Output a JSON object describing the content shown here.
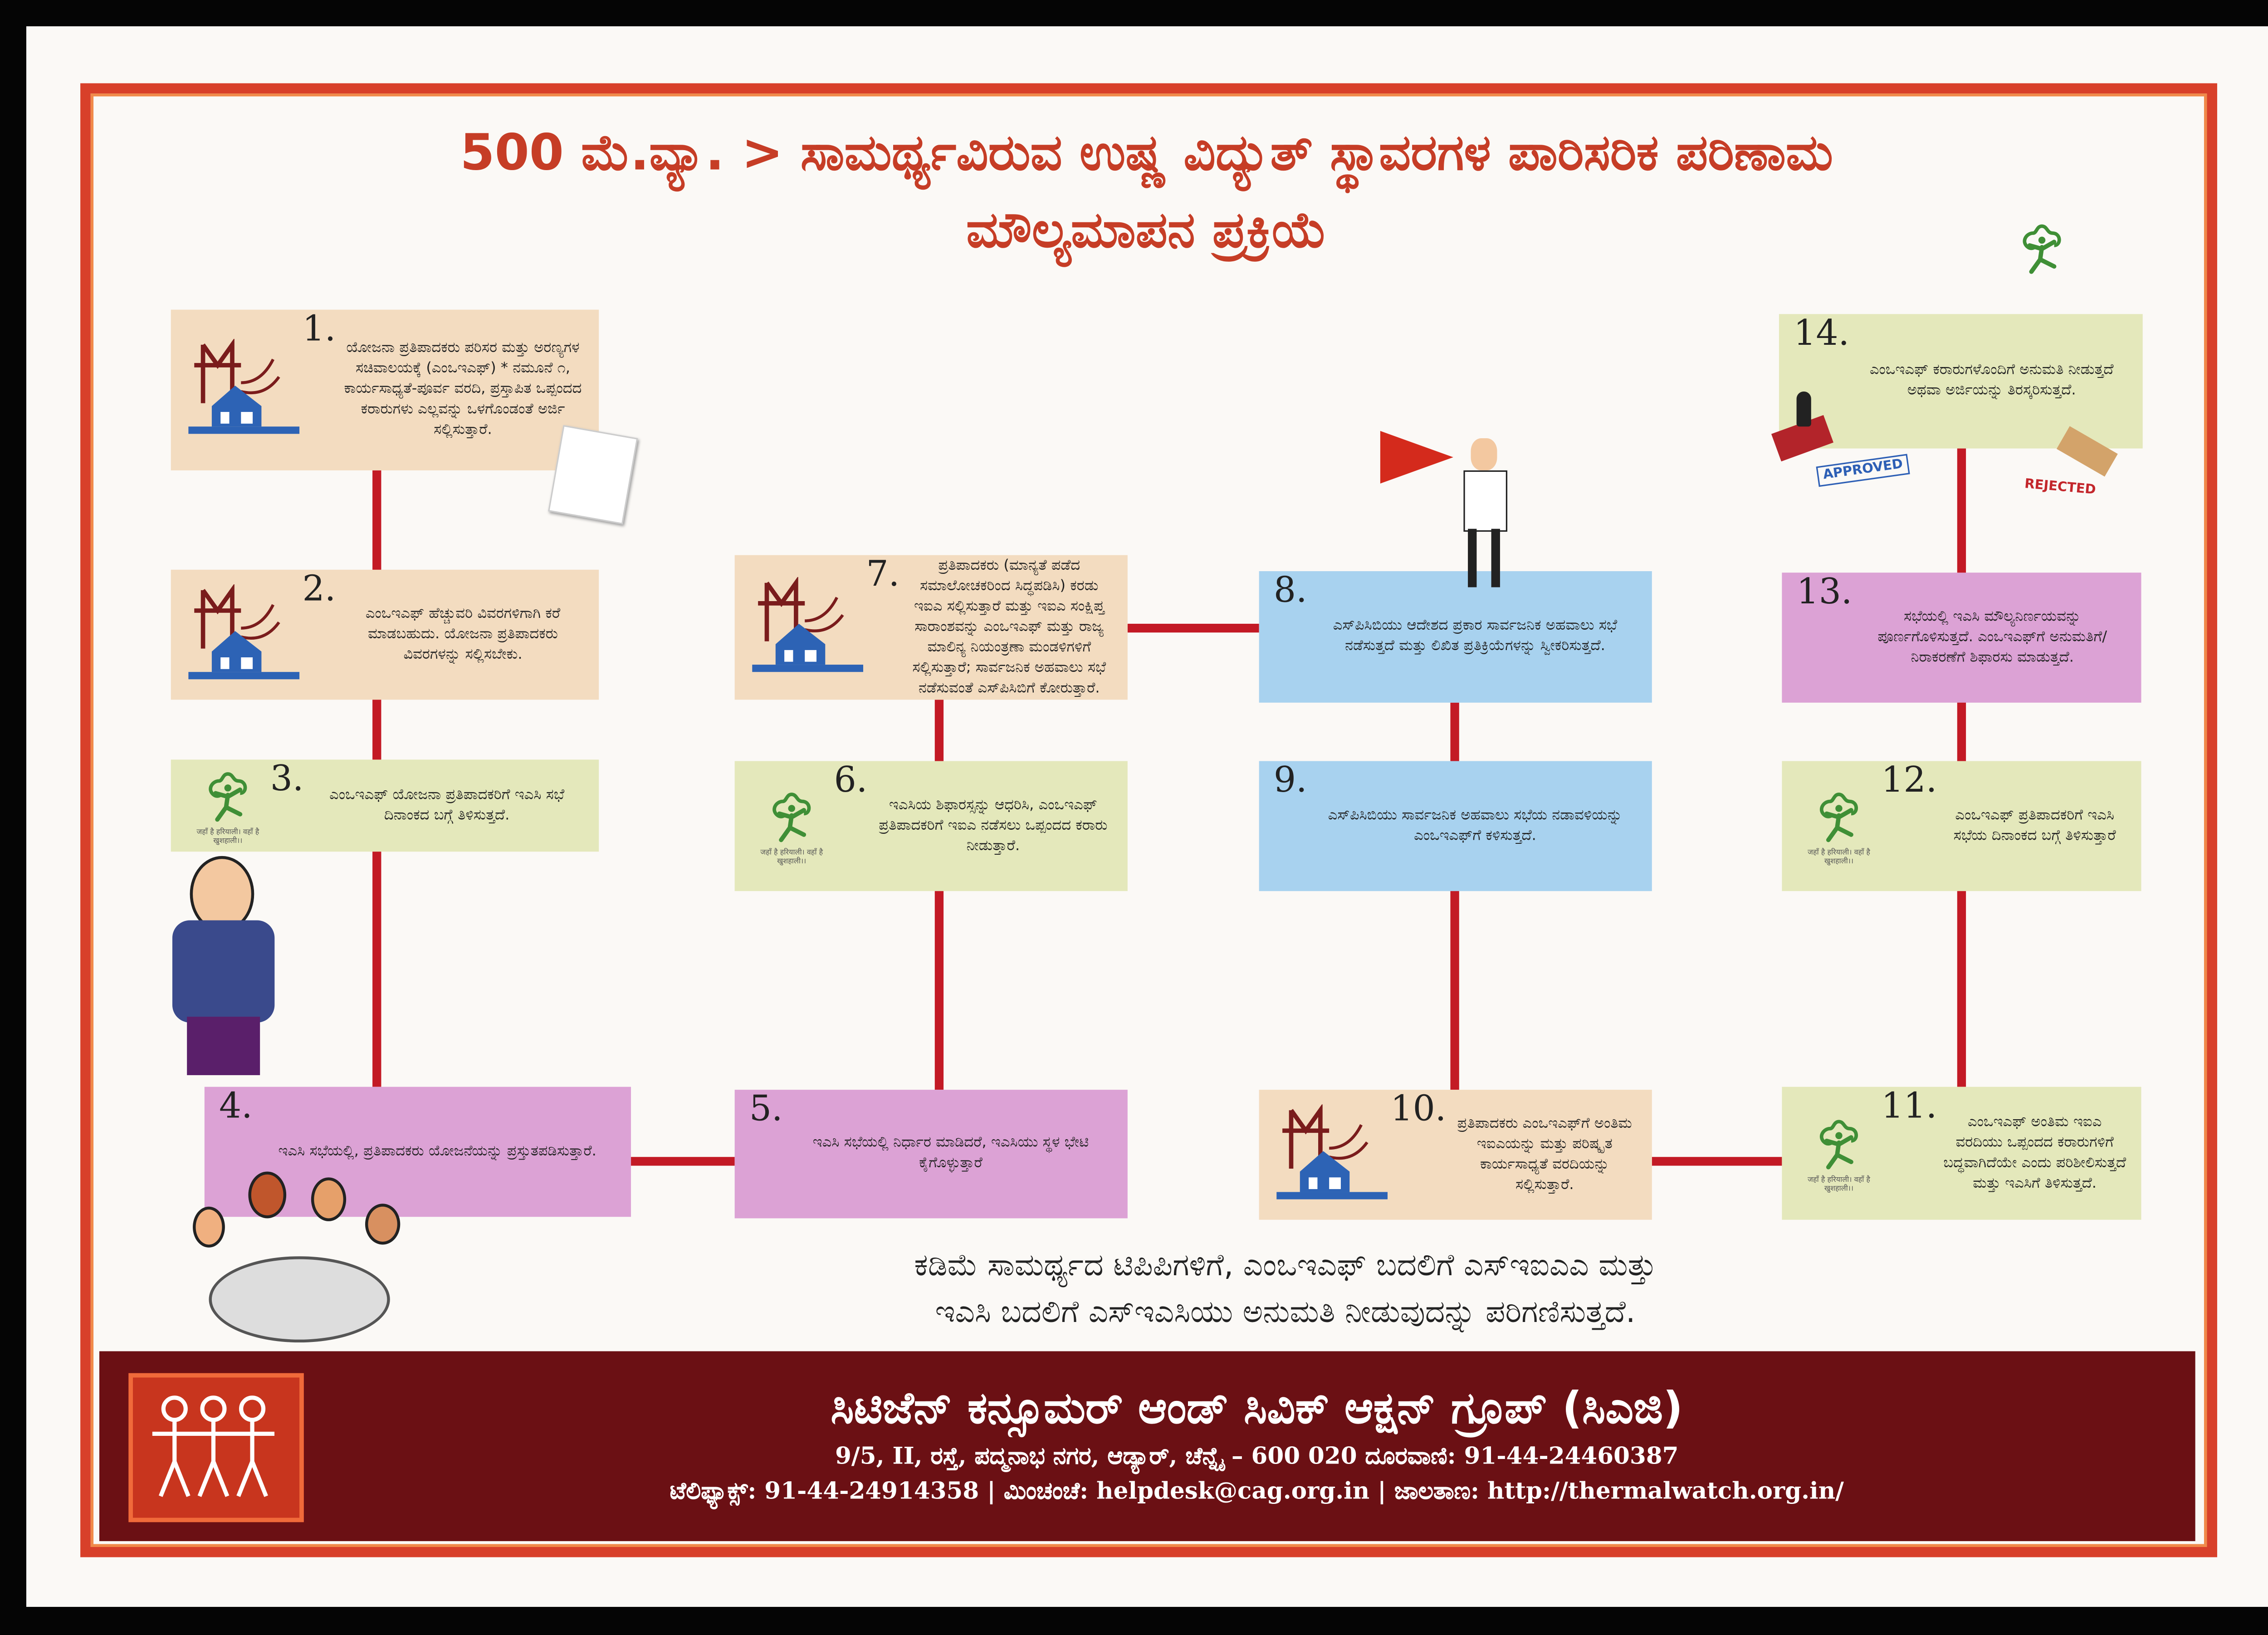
{
  "title": {
    "line1": "500 ಮೆ.ವ್ಯಾ. >  ಸಾಮರ್ಥ್ಯವಿರುವ ಉಷ್ಣ ವಿದ್ಯುತ್ ಸ್ಥಾವರಗಳ ಪಾರಿಸರಿಕ ಪರಿಣಾಮ",
    "line2": "ಮೌಲ್ಯಮಾಪನ ಪ್ರಕ್ರಿಯೆ"
  },
  "steps": [
    {
      "n": "1.",
      "text": "ಯೋಜನಾ ಪ್ರತಿಪಾದಕರು ಪರಿಸರ ಮತ್ತು ಅರಣ್ಯಗಳ ಸಚಿವಾಲಯಕ್ಕೆ (ಎಂಒಇಎಫ್) * ನಮೂನೆ ೧, ಕಾರ್ಯಸಾಧ್ಯತೆ-ಪೂರ್ವ ವರದಿ, ಪ್ರಸ್ತಾಪಿತ ಒಪ್ಪಂದದ ಕರಾರುಗಳು ಎಲ್ಲವನ್ನು ಒಳಗೊಂಡಂತೆ ಅರ್ಜಿ ಸಲ್ಲಿಸುತ್ತಾರೆ."
    },
    {
      "n": "2.",
      "text": "ಎಂಒಇಎಫ್ ಹೆಚ್ಚುವರಿ ವಿವರಗಳಿಗಾಗಿ ಕರೆ ಮಾಡಬಹುದು. ಯೋಜನಾ ಪ್ರತಿಪಾದಕರು ವಿವರಗಳನ್ನು ಸಲ್ಲಿಸಬೇಕು."
    },
    {
      "n": "3.",
      "text": "ಎಂಒಇಎಫ್ ಯೋಜನಾ ಪ್ರತಿಪಾದಕರಿಗೆ ಇಎಸಿ ಸಭೆ ದಿನಾಂಕದ ಬಗ್ಗೆ ತಿಳಿಸುತ್ತದೆ."
    },
    {
      "n": "4.",
      "text": "ಇಎಸಿ ಸಭೆಯಲ್ಲಿ, ಪ್ರತಿಪಾದಕರು ಯೋಜನೆಯನ್ನು ಪ್ರಸ್ತುತಪಡಿಸುತ್ತಾರೆ."
    },
    {
      "n": "5.",
      "text": "ಇಎಸಿ ಸಭೆಯಲ್ಲಿ ನಿರ್ಧಾರ ಮಾಡಿದರೆ, ಇಎಸಿಯು ಸ್ಥಳ ಭೇಟಿ ಕೈಗೊಳ್ಳುತ್ತಾರೆ"
    },
    {
      "n": "6.",
      "text": "ಇಎಸಿಯ ಶಿಫಾರಸ್ಸನ್ನು ಆಧರಿಸಿ, ಎಂಒಇಎಫ್ ಪ್ರತಿಪಾದಕರಿಗೆ ಇಐಎ ನಡೆಸಲು ಒಪ್ಪಂದದ ಕರಾರು ನೀಡುತ್ತಾರೆ."
    },
    {
      "n": "7.",
      "text": "ಪ್ರತಿಪಾದಕರು (ಮಾನ್ಯತೆ ಪಡೆದ ಸಮಾಲೋಚಕರಿಂದ ಸಿದ್ಧಪಡಿಸಿ) ಕರಡು ಇಐಎ ಸಲ್ಲಿಸುತ್ತಾರೆ ಮತ್ತು ಇಐಎ ಸಂಕ್ಷಿಪ್ತ ಸಾರಾಂಶವನ್ನು ಎಂಒಇಎಫ್ ಮತ್ತು ರಾಜ್ಯ ಮಾಲಿನ್ಯ ನಿಯಂತ್ರಣಾ ಮಂಡಳಿಗಳಿಗೆ ಸಲ್ಲಿಸುತ್ತಾರೆ; ಸಾರ್ವಜನಿಕ ಅಹವಾಲು ಸಭೆ ನಡೆಸುವಂತೆ ಎಸ್‌ಪಿಸಿಬಿಗೆ ಕೋರುತ್ತಾರೆ."
    },
    {
      "n": "8.",
      "text": "ಎಸ್‌ಪಿಸಿಬಿಯು ಆದೇಶದ ಪ್ರಕಾರ ಸಾರ್ವಜನಿಕ ಅಹವಾಲು ಸಭೆ ನಡೆಸುತ್ತದೆ ಮತ್ತು ಲಿಖಿತ ಪ್ರತಿಕ್ರಿಯೆಗಳನ್ನು ಸ್ವೀಕರಿಸುತ್ತದೆ."
    },
    {
      "n": "9.",
      "text": "ಎಸ್‌ಪಿಸಿಬಿಯು ಸಾರ್ವಜನಿಕ ಅಹವಾಲು ಸಭೆಯ ನಡಾವಳಿಯನ್ನು ಎಂಒಇಎಫ್‌ಗೆ ಕಳಿಸುತ್ತದೆ."
    },
    {
      "n": "10.",
      "text": "ಪ್ರತಿಪಾದಕರು ಎಂಒಇಎಫ್‌ಗೆ ಅಂತಿಮ ಇಐಎಯನ್ನು ಮತ್ತು ಪರಿಷ್ಕೃತ ಕಾರ್ಯಸಾಧ್ಯತೆ ವರದಿಯನ್ನು ಸಲ್ಲಿಸುತ್ತಾರೆ."
    },
    {
      "n": "11.",
      "text": "ಎಂಒಇಎಫ್ ಅಂತಿಮ ಇಐಎ ವರದಿಯು ಒಪ್ಪಂದದ ಕರಾರುಗಳಿಗೆ ಬದ್ಧವಾಗಿದೆಯೇ ಎಂದು ಪರಿಶೀಲಿಸುತ್ತದೆ ಮತ್ತು ಇಎಸಿಗೆ ತಿಳಿಸುತ್ತದೆ."
    },
    {
      "n": "12.",
      "text": "ಎಂಒಇಎಫ್ ಪ್ರತಿಪಾದಕರಿಗೆ ಇಎಸಿ ಸಭೆಯ ದಿನಾಂಕದ ಬಗ್ಗೆ ತಿಳಿಸುತ್ತಾರೆ"
    },
    {
      "n": "13.",
      "text": "ಸಭೆಯಲ್ಲಿ ಇಎಸಿ ಮೌಲ್ಯನಿರ್ಣಯವನ್ನು ಪೂರ್ಣಗೊಳಿಸುತ್ತದೆ. ಎಂಒಇಎಫ್‌ಗೆ ಅನುಮತಿಗೆ/ ನಿರಾಕರಣೆಗೆ ಶಿಫಾರಸು ಮಾಡುತ್ತದೆ."
    },
    {
      "n": "14.",
      "text": "ಎಂಒಇಎಫ್ ಕರಾರುಗಳೊಂದಿಗೆ ಅನುಮತಿ ನೀಡುತ್ತದೆ ಅಥವಾ ಅರ್ಜಿಯನ್ನು ತಿರಸ್ಕರಿಸುತ್ತದೆ."
    }
  ],
  "slogan": "जहाँ है हरियाली। वहाँ है खुशहाली।।",
  "stamps": {
    "approved": "APPROVED",
    "rejected": "REJECTED"
  },
  "note": {
    "line1": "ಕಡಿಮೆ ಸಾಮರ್ಥ್ಯದ ಟಿಪಿಪಿಗಳಿಗೆ, ಎಂಒಇಎಫ್ ಬದಲಿಗೆ ಎಸ್‌ಇಐಎಎ ಮತ್ತು",
    "line2": "ಇಎಸಿ ಬದಲಿಗೆ ಎಸ್‌ಇಎಸಿಯು ಅನುಮತಿ ನೀಡುವುದನ್ನು ಪರಿಗಣಿಸುತ್ತದೆ."
  },
  "footer": {
    "org": "ಸಿಟಿಜೆನ್ ಕನ್ಸೂಮರ್ ಆಂಡ್ ಸಿವಿಕ್ ಆಕ್ಷನ್ ಗ್ರೂಪ್ (ಸಿಎಜಿ)",
    "address": "9/5, II, ರಸ್ತೆ, ಪದ್ಮನಾಭ ನಗರ, ಆಡ್ಯಾರ್, ಚೆನ್ನೈ – 600 020 ದೂರವಾಣಿ: 91-44-24460387",
    "contact": "ಟೆಲಿಫ್ಯಾಕ್ಸ್: 91-44-24914358 | ಮಿಂಚಂಚೆ: helpdesk@cag.org.in | ಜಾಲತಾಣ: http://thermalwatch.org.in/"
  },
  "colors": {
    "title": "#c63d26",
    "frame": "#d8402a",
    "footer": "#6b1014",
    "line": "#c31a25"
  }
}
